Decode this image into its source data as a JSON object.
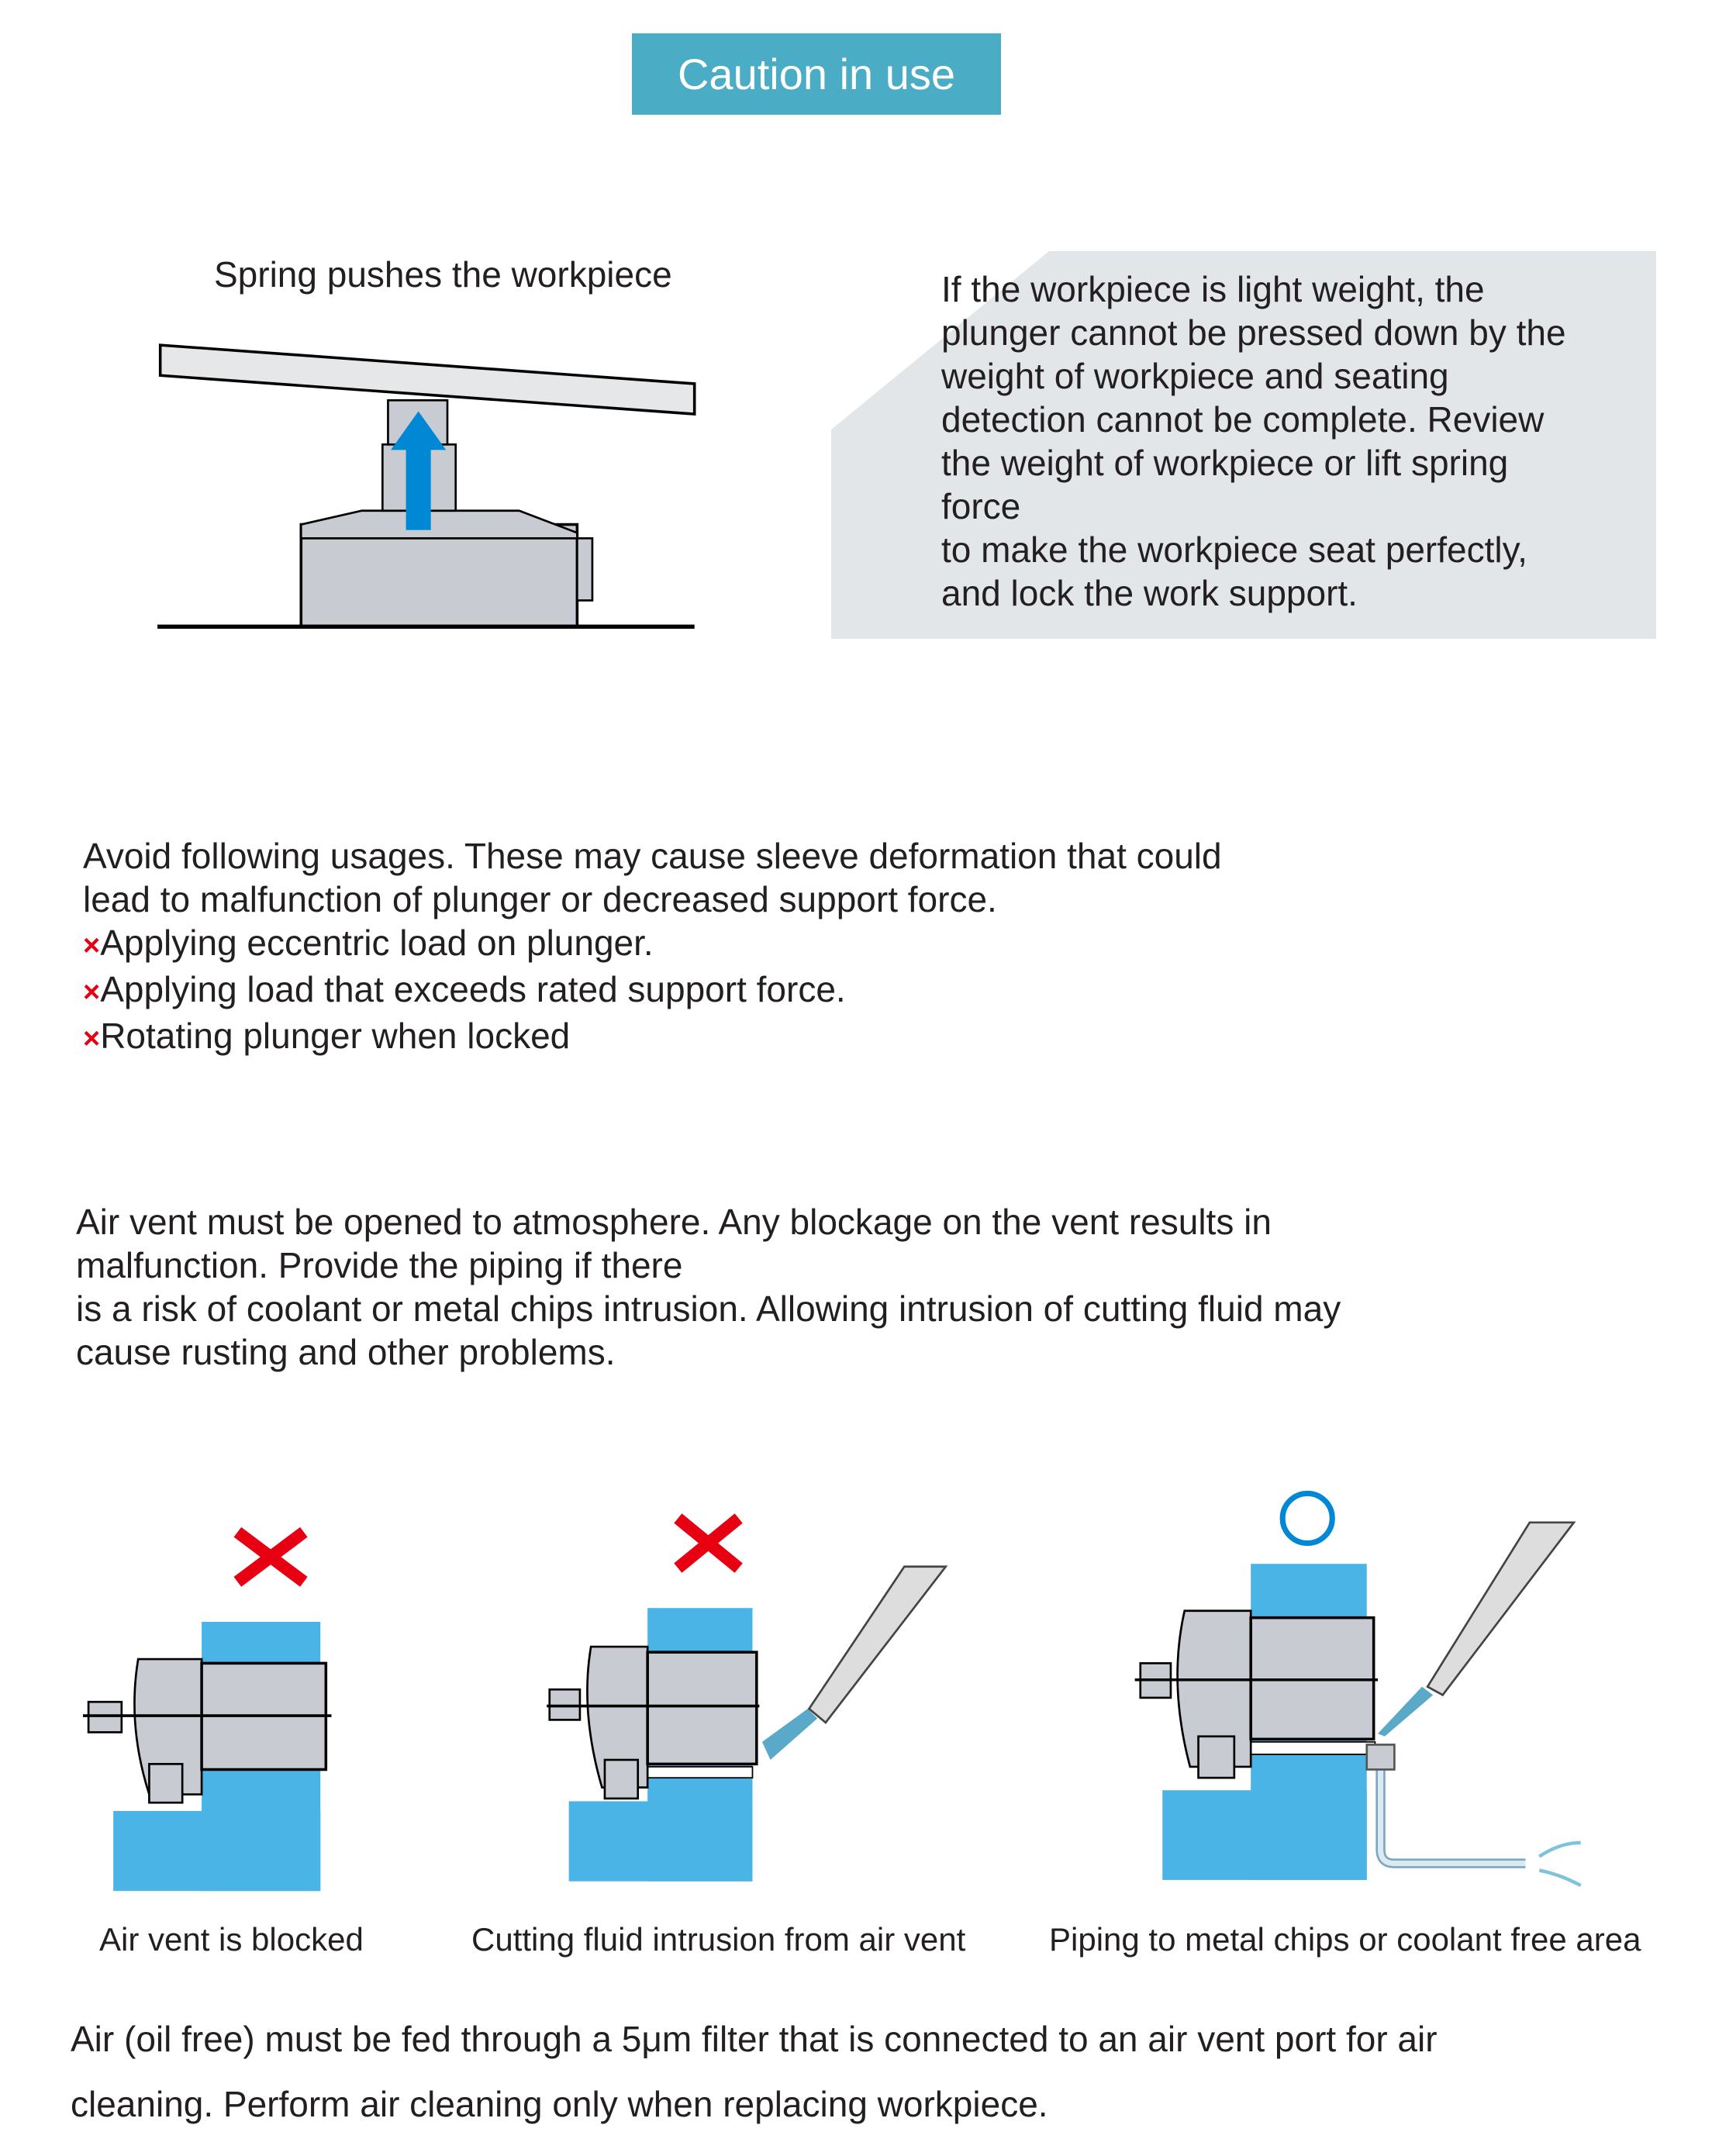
{
  "title": "Caution in use",
  "section1": {
    "figure_label": "Spring pushes the workpiece",
    "note_lines": [
      "If the workpiece is light weight, the",
      "plunger cannot be pressed down by the",
      "weight of workpiece and seating",
      "detection cannot be complete. Review",
      "the  weight of workpiece or lift spring",
      "force",
      "to make the workpiece seat perfectly,",
      "and  lock the work support."
    ]
  },
  "section2": {
    "intro_lines": [
      "Avoid following usages. These may cause sleeve deformation that could",
      " lead to malfunction of plunger or decreased support force."
    ],
    "mark": "×",
    "items": [
      "Applying eccentric load on plunger.",
      "Applying load that exceeds rated support force.",
      "Rotating plunger when locked"
    ]
  },
  "section3": {
    "lines": [
      "Air vent must be opened to atmosphere. Any blockage on the vent results in",
      "malfunction. Provide the piping if there",
      "is a risk of coolant or metal chips intrusion. Allowing intrusion of cutting fluid may",
      "cause rusting and other problems."
    ],
    "captions": [
      "Air vent is blocked",
      "Cutting fluid intrusion from air vent",
      "Piping to metal chips or coolant free area"
    ]
  },
  "section4": {
    "lines": [
      "Air (oil free) must be fed through a 5μm filter that is connected to an air vent port for air",
      "cleaning. Perform air cleaning only when replacing workpiece."
    ]
  },
  "colors": {
    "accent": "#4bacc6",
    "blue": "#4bb4e6",
    "arrow": "#0088d4",
    "bad": "#e60012",
    "ok": "#0088d4",
    "gray": "#c8ccd2",
    "note_bg": "#e3e6e9"
  }
}
